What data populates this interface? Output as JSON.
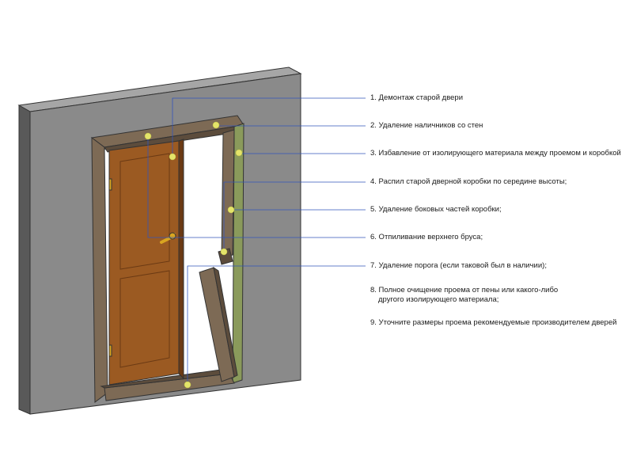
{
  "colors": {
    "wall_front": "#8a8a8a",
    "wall_top": "#a6a6a6",
    "wall_side": "#595959",
    "wall_stroke": "#333333",
    "frame_wood": "#7d6a55",
    "frame_wood_dark": "#5c4c3c",
    "door_leaf": "#9b5a22",
    "door_leaf_dark": "#6b3a14",
    "insulation": "#8a9a5b",
    "handle": "#d9a520",
    "marker": "#e4e46a",
    "leader_line": "#3355bb"
  },
  "steps": [
    {
      "text": "1. Демонтаж старой двери"
    },
    {
      "text": "2. Удаление наличников со стен"
    },
    {
      "text": "3. Избавление от изолирующего материала между проемом и коробкой"
    },
    {
      "text": "4. Распил старой дверной коробки по середине высоты;"
    },
    {
      "text": "5. Удаление боковых частей коробки;"
    },
    {
      "text": "6. Отпиливание верхнего бруса;"
    },
    {
      "text": "7. Удаление порога (если таковой был в наличии);"
    },
    {
      "text": "8. Полное очищение проема от пены или какого-либо",
      "continuation": "другого изолирующего материала;"
    },
    {
      "text": "9. Уточните размеры проема рекомендуемые производителем дверей"
    }
  ]
}
